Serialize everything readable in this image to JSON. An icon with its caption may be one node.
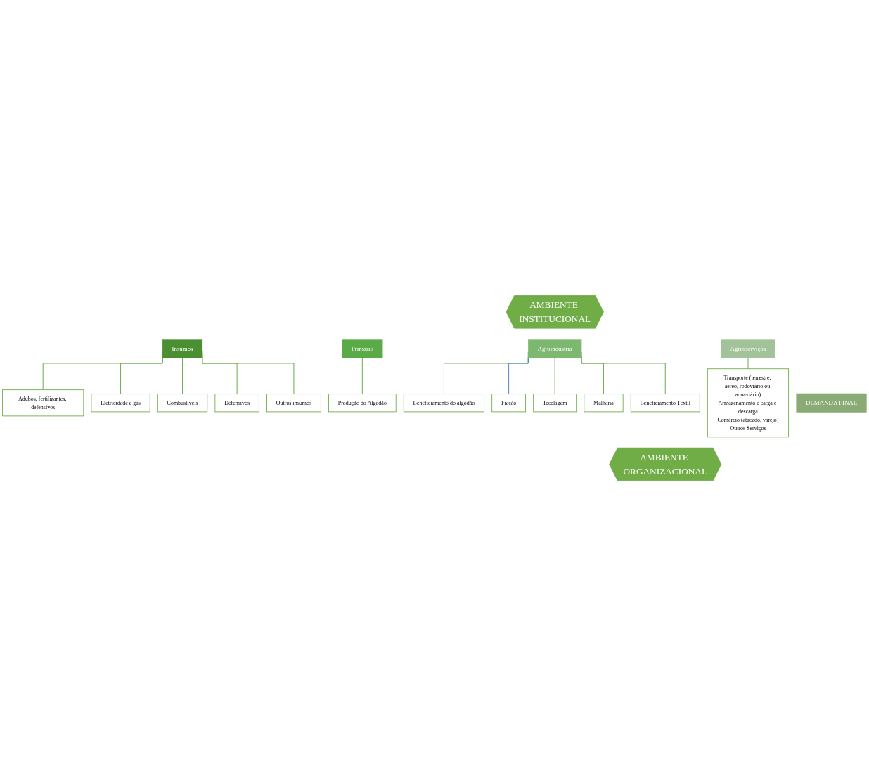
{
  "diagram": {
    "nodes": [
      {
        "text": [
          "AMBIENTE INSTITUCIONAL"
        ]
      },
      {
        "text": [
          "Insumos"
        ]
      },
      {
        "text": [
          "Adubos, fertilizantes, defensivos"
        ]
      },
      {
        "text": [
          "Eletricidade e gás"
        ]
      },
      {
        "text": [
          "Combustíveis"
        ]
      },
      {
        "text": [
          "Defensivos"
        ]
      },
      {
        "text": [
          "Outros insumos"
        ]
      },
      {
        "text": [
          "Primário"
        ]
      },
      {
        "text": [
          "Produção do Algodão"
        ]
      },
      {
        "text": [
          "Agroindústria"
        ]
      },
      {
        "text": [
          "Beneficiamento do algodão"
        ]
      },
      {
        "text": [
          "Fiação"
        ]
      },
      {
        "text": [
          "Tecelagem"
        ]
      },
      {
        "text": [
          "Malharia"
        ]
      },
      {
        "text": [
          "Beneficiamento Têxtil"
        ]
      },
      {
        "text": [
          "Agrosserviços"
        ]
      },
      {
        "text": [
          "Transporte (terrestre, aéreo, rodoviário ou aquaviário)",
          "Armazenamento e carga e descarga",
          "Comércio (atacado, varejo)",
          "Outros Serviços"
        ]
      },
      {
        "text": [
          "DEMANDA FINAL"
        ]
      },
      {
        "text": [
          "AMBIENTE ORGANIZACIONAL"
        ]
      }
    ],
    "edges": [
      {
        "from": 1,
        "to": 2,
        "arrow": "none"
      },
      {
        "from": 1,
        "to": 3,
        "arrow": "none"
      },
      {
        "from": 1,
        "to": 4,
        "arrow": "none"
      },
      {
        "from": 1,
        "to": 5,
        "arrow": "none"
      },
      {
        "from": 1,
        "to": 6,
        "arrow": "none"
      },
      {
        "from": 7,
        "to": 8,
        "arrow": "none"
      },
      {
        "from": 9,
        "to": 10,
        "arrow": "none"
      },
      {
        "from": 9,
        "to": 11,
        "arrow": "none",
        "color": "#4472c4"
      },
      {
        "from": 9,
        "to": 12,
        "arrow": "none"
      },
      {
        "from": 9,
        "to": 13,
        "arrow": "none"
      },
      {
        "from": 9,
        "to": 14,
        "arrow": "none"
      },
      {
        "from": 15,
        "to": 16,
        "arrow": "none"
      }
    ]
  }
}
